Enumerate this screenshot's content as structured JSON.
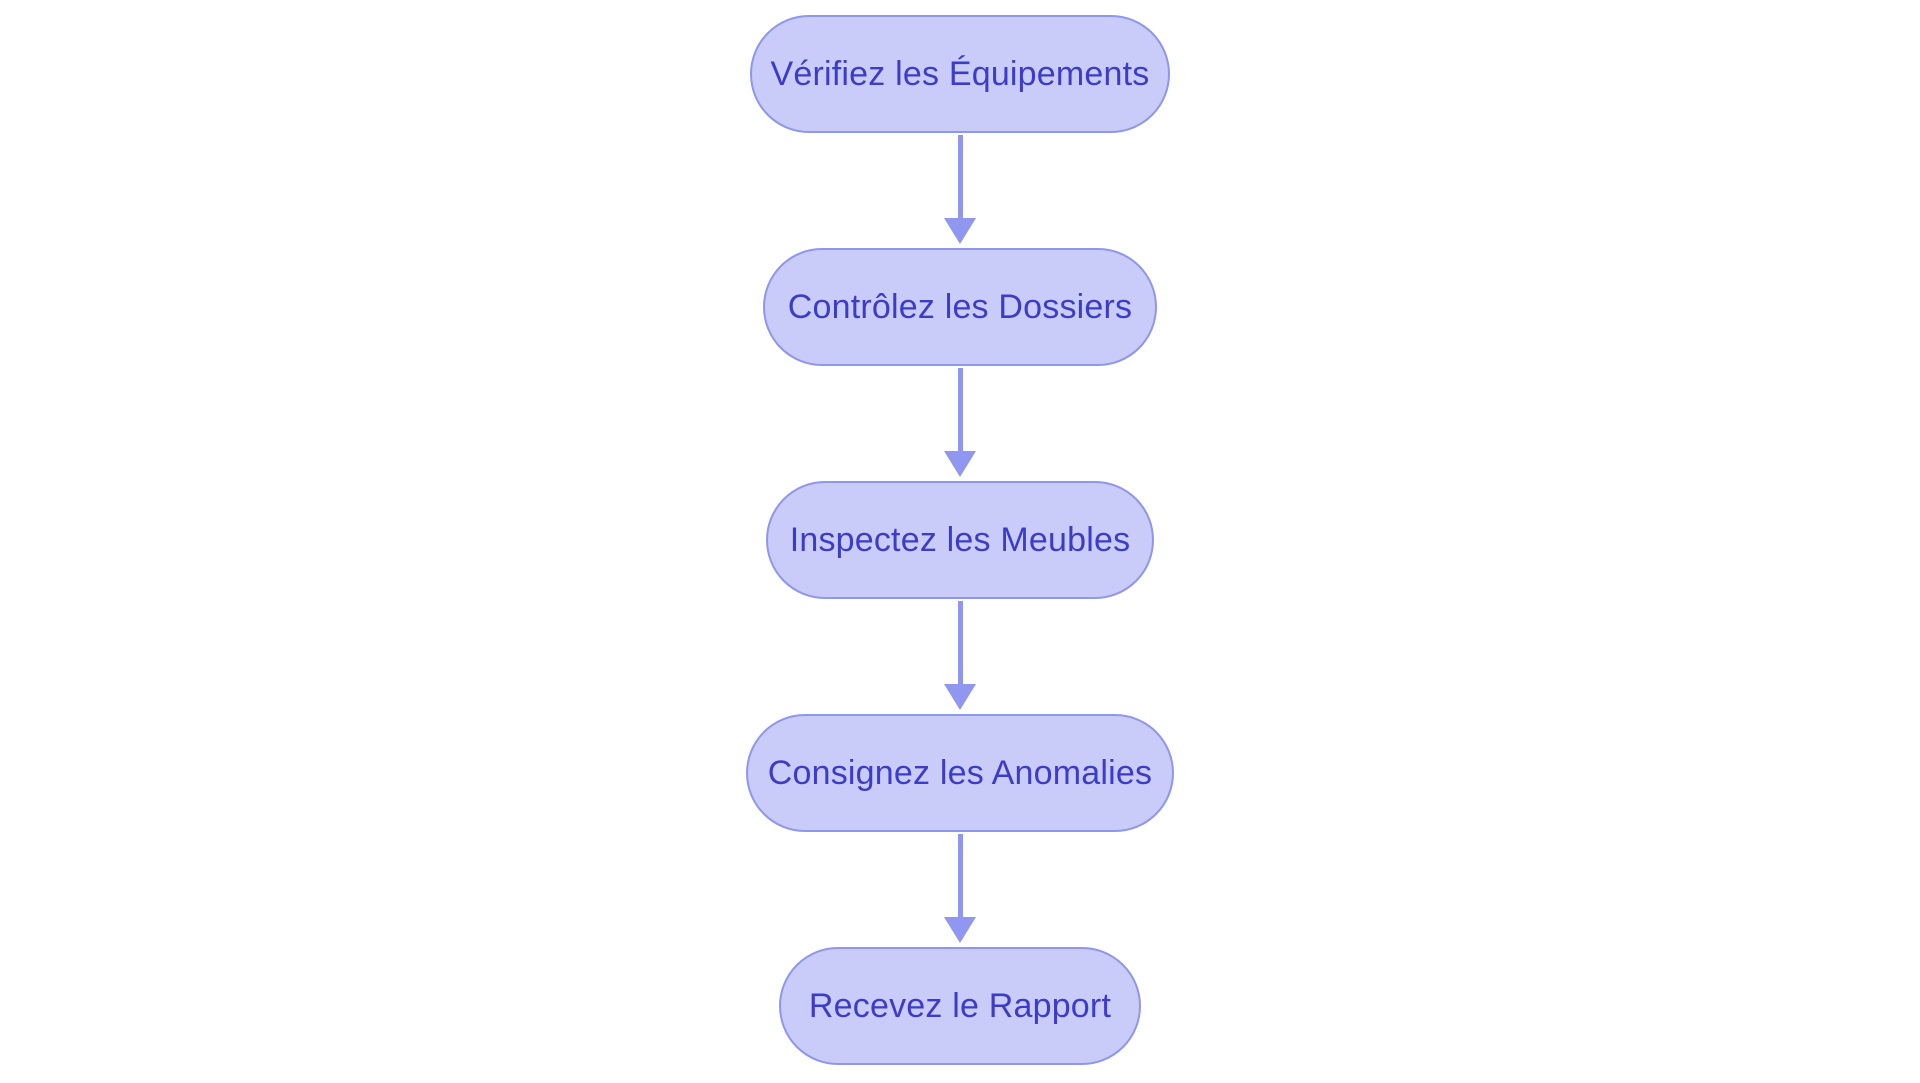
{
  "flowchart": {
    "type": "flowchart",
    "direction": "vertical",
    "nodes": [
      {
        "id": "step-1",
        "label": "Vérifiez les Équipements"
      },
      {
        "id": "step-2",
        "label": "Contrôlez les Dossiers"
      },
      {
        "id": "step-3",
        "label": "Inspectez les Meubles"
      },
      {
        "id": "step-4",
        "label": "Consignez les Anomalies"
      },
      {
        "id": "step-5",
        "label": "Recevez le Rapport"
      }
    ],
    "edges": [
      {
        "from": "step-1",
        "to": "step-2"
      },
      {
        "from": "step-2",
        "to": "step-3"
      },
      {
        "from": "step-3",
        "to": "step-4"
      },
      {
        "from": "step-4",
        "to": "step-5"
      }
    ],
    "colors": {
      "node_fill": "#c9cbf9",
      "node_border": "#8f96ee",
      "node_text": "#3d3cc9",
      "arrow": "#8f97f0",
      "background": "#ffffff"
    }
  }
}
